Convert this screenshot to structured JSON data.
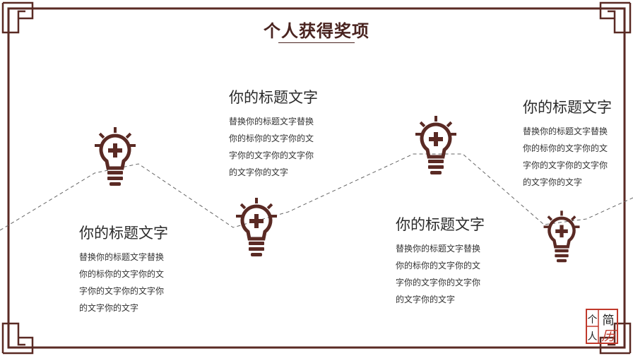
{
  "title": "个人获得奖项",
  "awards": [
    {
      "heading": "你的标题文字",
      "text": "替换你的标题文字替换你的标你的文字你的文字你的文字你的文字你的文字你的文字"
    },
    {
      "heading": "你的标题文字",
      "text": "替换你的标题文字替换你的标你的文字你的文字你的文字你的文字你的文字你的文字"
    },
    {
      "heading": "你的标题文字",
      "text": "替换你的标题文字替换你的标你的文字你的文字你的文字你的文字你的文字你的文字"
    },
    {
      "heading": "你的标题文字",
      "text": "替换你的标题文字替换你的标你的文字你的文字你的文字你的文字你的文字你的文字"
    }
  ],
  "stamp": {
    "chars": [
      "个",
      "人",
      "简",
      "历"
    ]
  },
  "colors": {
    "accent": "#5a2a24",
    "stamp": "#c0392b"
  },
  "icons": [
    "lightbulb-plus-icon",
    "lightbulb-plus-icon",
    "lightbulb-plus-icon",
    "lightbulb-plus-icon"
  ]
}
